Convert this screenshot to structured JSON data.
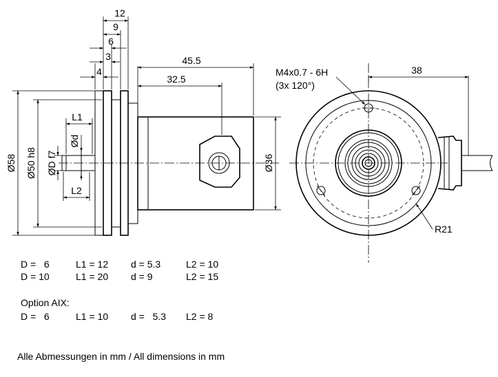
{
  "dimensions": {
    "d12": "12",
    "d9": "9",
    "d6": "6",
    "d3": "3",
    "d4": "4",
    "d45_5": "45.5",
    "d32_5": "32.5",
    "d38": "38",
    "dia58": "Ø58",
    "dia50": "Ø50 h8",
    "diaD": "ØD f7",
    "diad": "Ød",
    "dia36": "Ø36",
    "L1": "L1",
    "L2": "L2",
    "thread_line1": "M4x0.7 - 6H",
    "thread_line2": "(3x 120°)",
    "radius": "R21"
  },
  "table": {
    "rows": [
      {
        "D": "D =   6",
        "L1": "L1 = 12",
        "d": "d = 5.3",
        "L2": "L2 = 10"
      },
      {
        "D": "D = 10",
        "L1": "L1 = 20",
        "d": "d = 9",
        "L2": "L2 = 15"
      }
    ],
    "option_title": "Option AIX:",
    "option_row": {
      "D": "D =   6",
      "L1": "L1 = 10",
      "d": "d =   5.3",
      "L2": "L2 = 8"
    }
  },
  "footer": "Alle Abmessungen in mm / All dimensions in mm"
}
